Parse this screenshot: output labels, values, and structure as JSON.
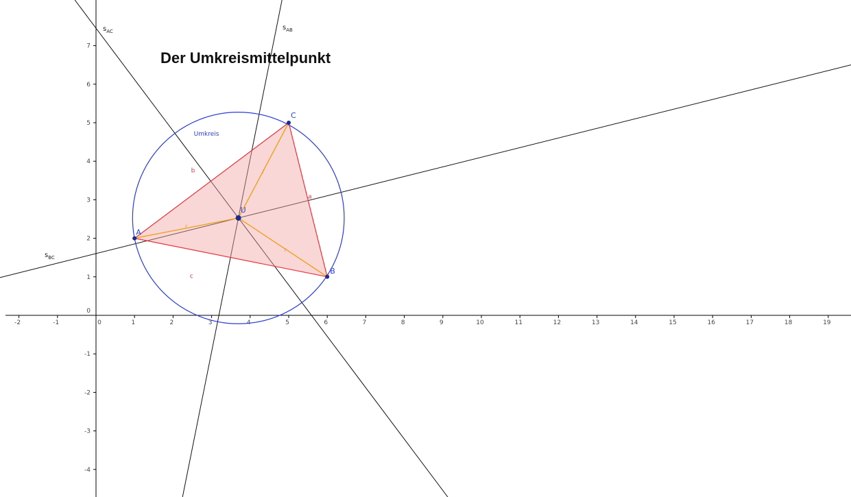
{
  "title": "Der Umkreismittelpunkt",
  "colors": {
    "axis": "#000000",
    "triangle_fill": "#f4a6a6",
    "triangle_edge": "#e8323a",
    "circle": "#2b3bd6",
    "radius": "#f0a020",
    "bisector": "#111111",
    "point": "#1a2a8a",
    "point_label": "#2b3bd6"
  },
  "axes": {
    "x_ticks": [
      -2,
      -1,
      0,
      1,
      2,
      3,
      4,
      5,
      6,
      7,
      8,
      9,
      10,
      11,
      12,
      13,
      14,
      15,
      16,
      17,
      18,
      19
    ],
    "y_ticks": [
      -4,
      -3,
      -2,
      -1,
      0,
      1,
      2,
      3,
      4,
      5,
      6,
      7
    ]
  },
  "points": [
    {
      "name": "A",
      "x": 1,
      "y": 2
    },
    {
      "name": "B",
      "x": 6,
      "y": 1
    },
    {
      "name": "C",
      "x": 5,
      "y": 5
    },
    {
      "name": "U",
      "x": 3.6944,
      "y": 2.5278
    }
  ],
  "sides": [
    {
      "name": "a",
      "from": "B",
      "to": "C"
    },
    {
      "name": "b",
      "from": "A",
      "to": "C"
    },
    {
      "name": "c",
      "from": "A",
      "to": "B"
    }
  ],
  "radii": [
    {
      "name": "r",
      "to": "A"
    },
    {
      "name": "r",
      "to": "B"
    },
    {
      "name": "r",
      "to": "C"
    }
  ],
  "circle": {
    "name": "Umkreis",
    "center": "U",
    "radius": 2.7456
  },
  "bisectors": [
    {
      "name": "s",
      "sub": "AC",
      "slope": -1.3333
    },
    {
      "name": "s",
      "sub": "AB",
      "slope": 5.0
    },
    {
      "name": "s",
      "sub": "BC",
      "slope": 0.25
    }
  ]
}
